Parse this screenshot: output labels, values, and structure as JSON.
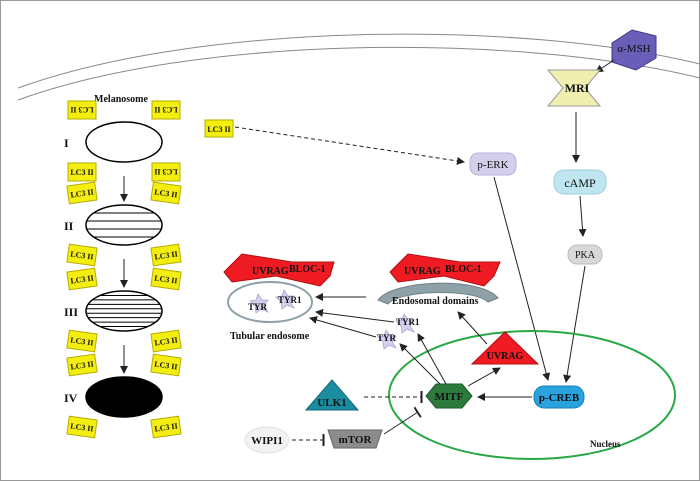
{
  "membrane_receptor": {
    "ligand": "α-MSH",
    "receptor": "MRI"
  },
  "melanosome": {
    "title": "Melanosome",
    "stages": [
      "I",
      "II",
      "III",
      "IV"
    ],
    "tag_label": "LC3 II"
  },
  "free_tag": "LC3 II",
  "nodes": {
    "perk": "p-ERK",
    "camp": "cAMP",
    "pka": "PKA",
    "pcreb": "p-CREB",
    "mitf": "MITF",
    "uvrag_nucleus": "UVRAG",
    "ulk1": "ULK1",
    "mtor": "mTOR",
    "wipi1": "WIPI1",
    "tyr1": "TYR1",
    "tyr": "TYR"
  },
  "tubular_endosome": {
    "label": "Tubular endosome",
    "uvrag": "UVRAG",
    "bloc": "BLOC-1",
    "tyr": "TYR",
    "tyr1": "TYR1"
  },
  "endosomal_domains": {
    "label": "Endosomal domains",
    "uvrag": "UVRAG",
    "bloc": "BLOC-1"
  },
  "nucleus_label": "Nucleus",
  "colors": {
    "tag": "#f4ee10",
    "receptor": "#f0efb0",
    "ligand": "#6a5fb8",
    "perk": "#d4d0ec",
    "camp": "#bfe6f0",
    "pka": "#d8d8d8",
    "pcreb": "#29a3df",
    "mitf": "#2c7a3c",
    "uvrag": "#ee1c22",
    "ulk1": "#1b8da0",
    "mtor": "#8c8c8c",
    "wipi1": "#f2f2f2",
    "nucleus": "#2aa845",
    "endosome": "#8ea0a8"
  }
}
